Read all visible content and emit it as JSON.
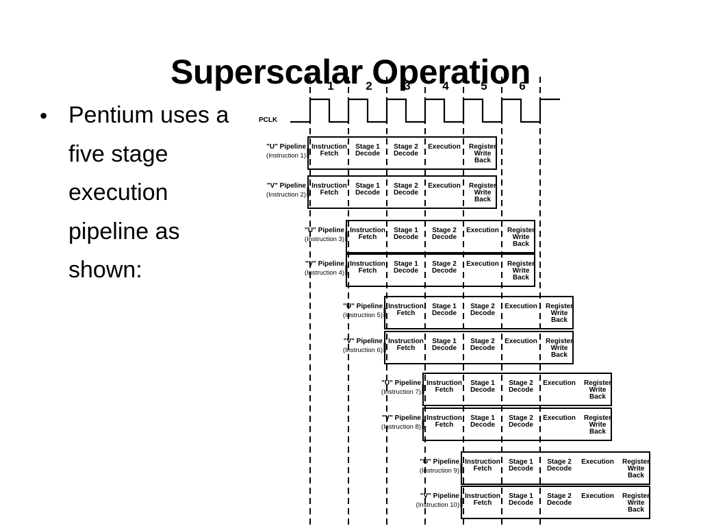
{
  "slide": {
    "title": "Superscalar Operation",
    "bullet": "Pentium uses a five stage execution pipeline as shown:"
  },
  "diagram": {
    "clock_label": "PCLK",
    "cycles": [
      "1",
      "2",
      "3",
      "4",
      "5",
      "6"
    ],
    "stages": [
      [
        "Instruction",
        "Fetch"
      ],
      [
        "Stage 1",
        "Decode"
      ],
      [
        "Stage 2",
        "Decode"
      ],
      [
        "Execution"
      ],
      [
        "Register",
        "Write",
        "Back"
      ]
    ],
    "pipelines": [
      {
        "name": "\"U\" Pipeline",
        "instruction": "(Instruction 1)"
      },
      {
        "name": "\"V\" Pipeline",
        "instruction": "(Instruction 2)"
      },
      {
        "name": "\"U\" Pipeline",
        "instruction": "(Instruction 3)"
      },
      {
        "name": "\"V\" Pipeline",
        "instruction": "(Instruction 4)"
      },
      {
        "name": "\"U\" Pipeline",
        "instruction": "(Instruction 5)"
      },
      {
        "name": "\"V\" Pipeline",
        "instruction": "(Instruction 6)"
      },
      {
        "name": "\"U\" Pipeline",
        "instruction": "(Instruction 7)"
      },
      {
        "name": "\"V\" Pipeline",
        "instruction": "(Instruction 8)"
      },
      {
        "name": "\"U\" Pipeline",
        "instruction": "(Instruction 9)"
      },
      {
        "name": "\"V\" Pipeline",
        "instruction": "(Instruction 10)"
      }
    ]
  }
}
